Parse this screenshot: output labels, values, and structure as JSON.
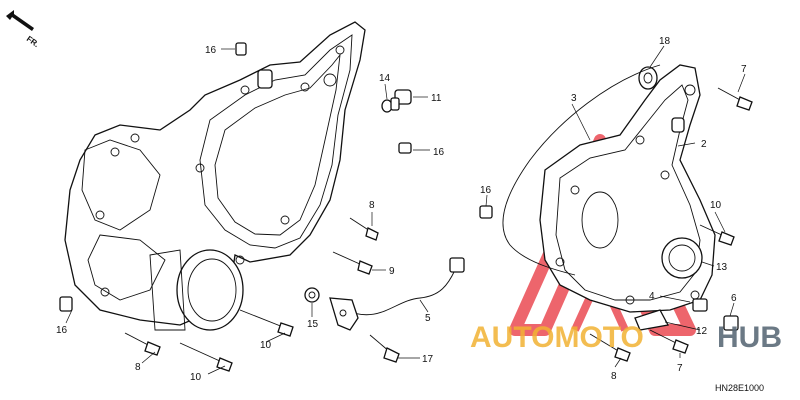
{
  "direction_marker": {
    "text": "FR.",
    "icon": "front-direction-arrow-icon"
  },
  "diagram_code": "HN28E1000",
  "watermark": {
    "auto_text": "AUTOMOTO",
    "hub_text": "HUB",
    "auto_color": "#f2b233",
    "hub_color": "#5b6b78",
    "logo_color": "#e8323c"
  },
  "callouts": {
    "c16_top": "16",
    "c14": "14",
    "c11": "11",
    "c16_mid": "16",
    "c8_mid": "8",
    "c9": "9",
    "c16_left": "16",
    "c15": "15",
    "c5": "5",
    "c10_a": "10",
    "c10_b": "10",
    "c8_bot": "8",
    "c17": "17",
    "c18": "18",
    "c7_top": "7",
    "c3": "3",
    "c2": "2",
    "c16_right": "16",
    "c10_right": "10",
    "c13": "13",
    "c4": "4",
    "c6": "6",
    "c12": "12",
    "c7_bot": "7",
    "c8_right": "8"
  }
}
